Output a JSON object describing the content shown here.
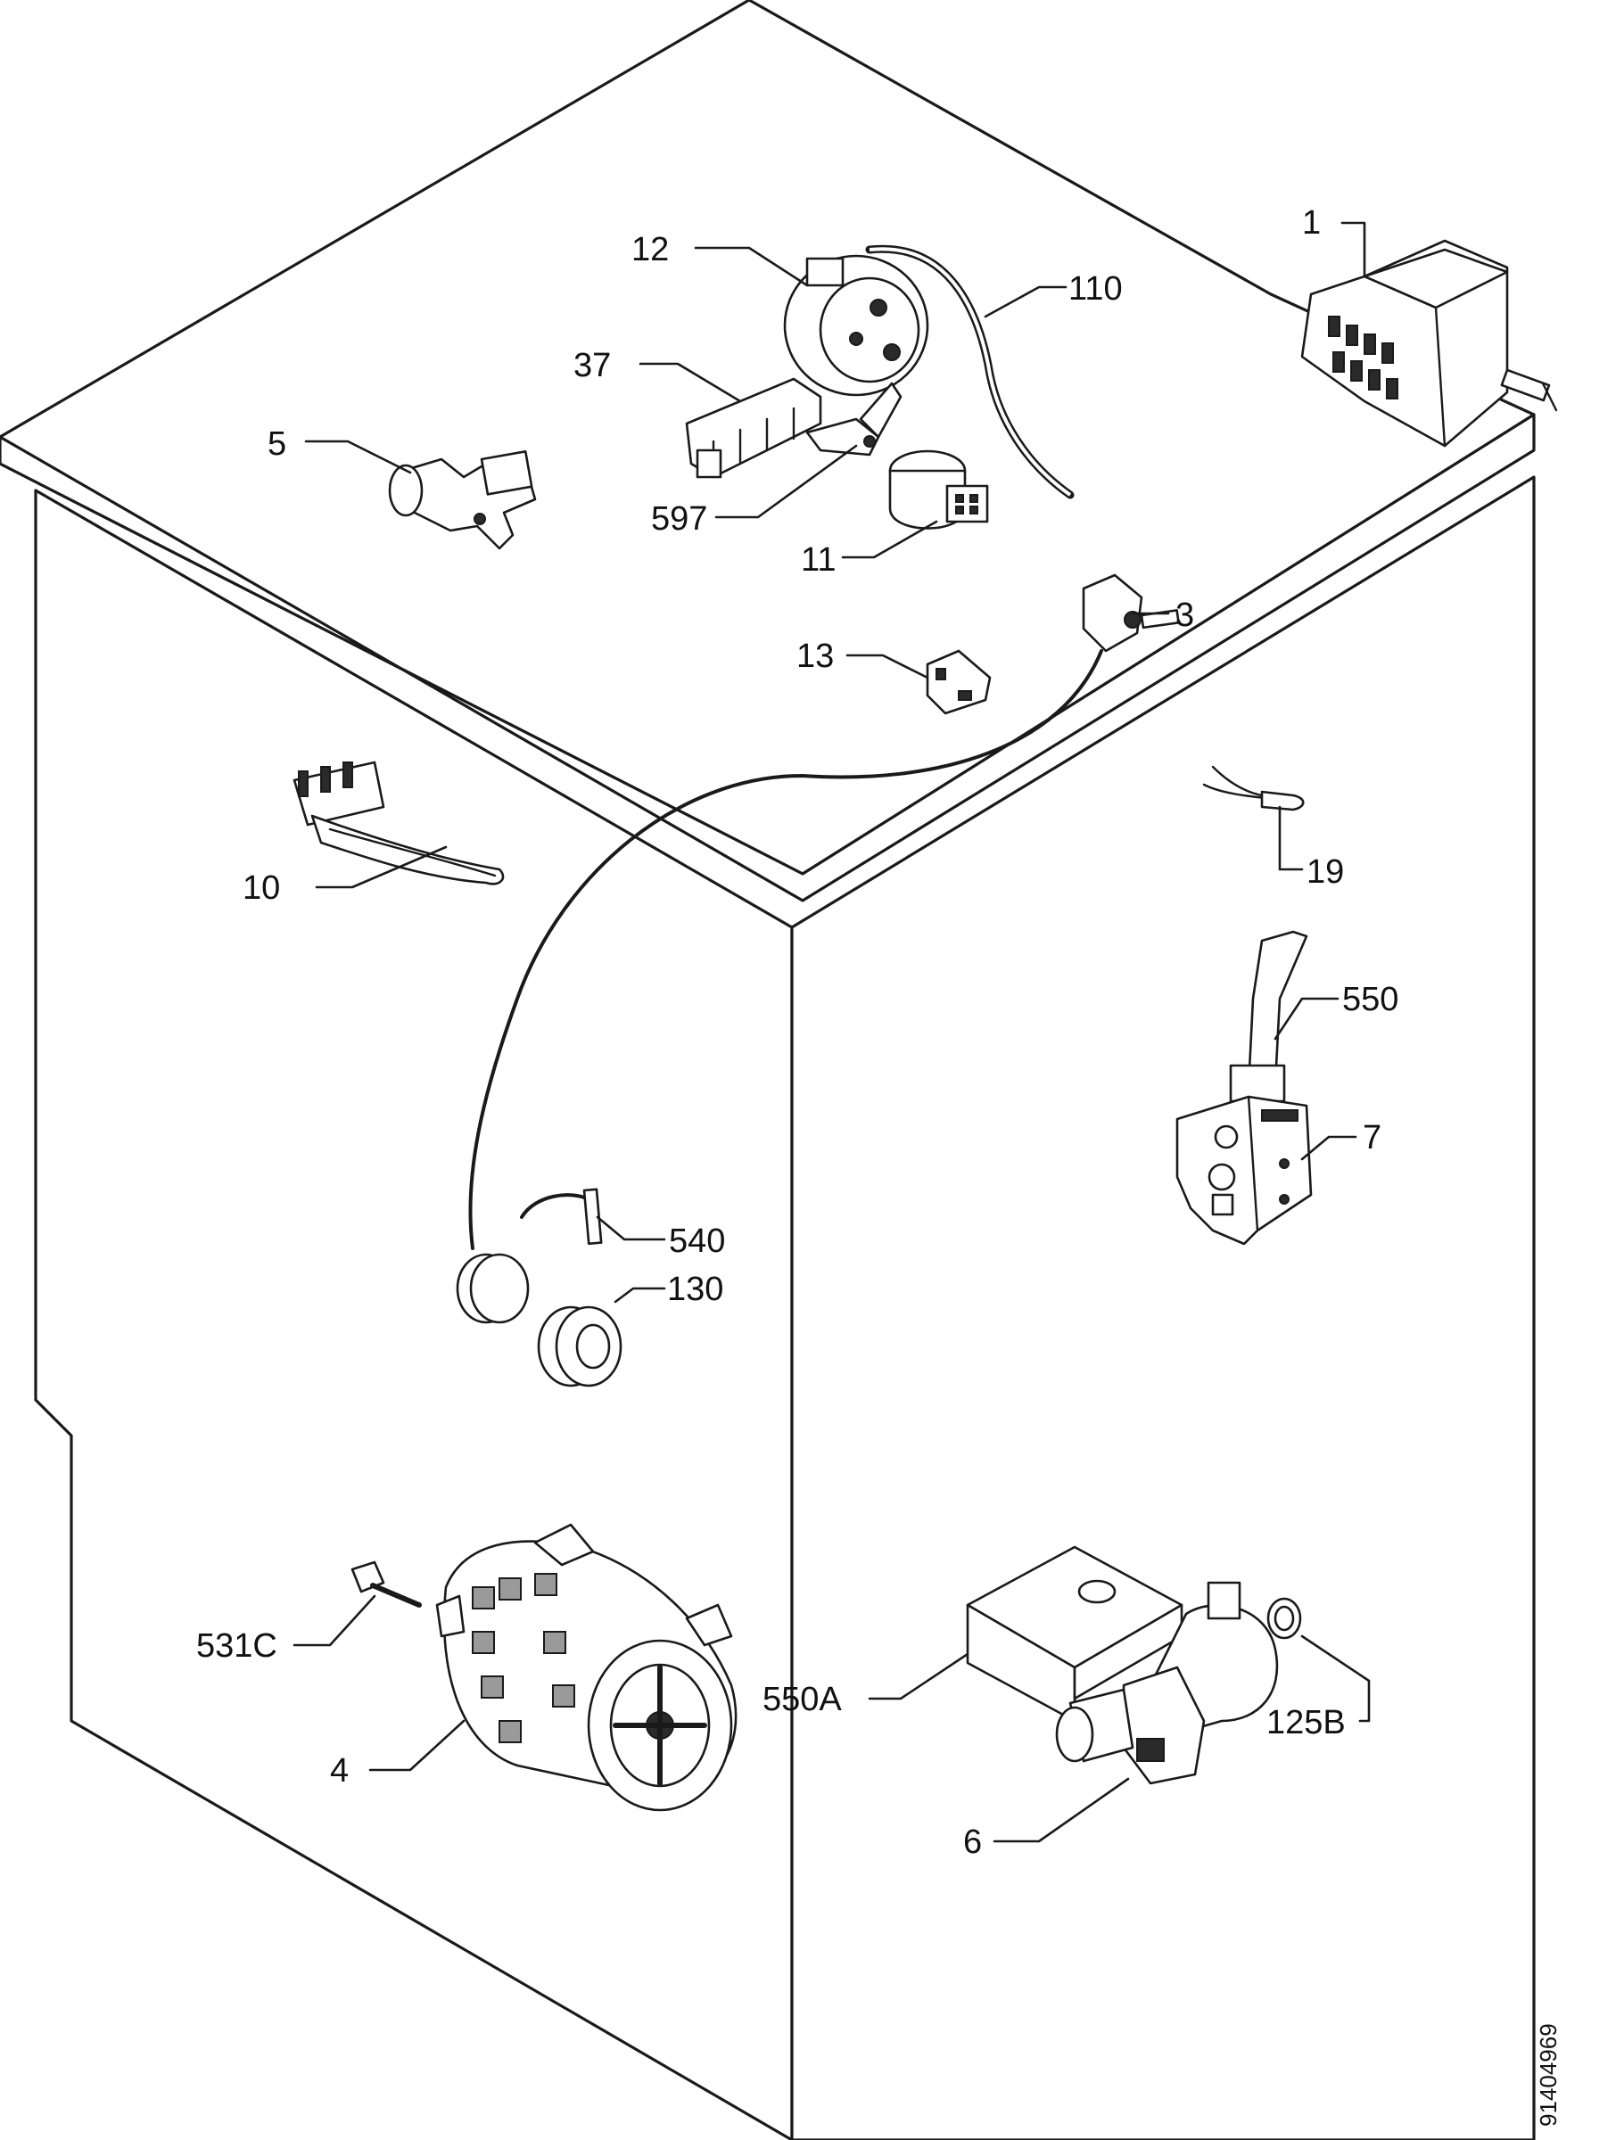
{
  "labels": {
    "p1": "1",
    "p12": "12",
    "p110": "110",
    "p37": "37",
    "p5": "5",
    "p597": "597",
    "p11": "11",
    "p3": "3",
    "p13": "13",
    "p19": "19",
    "p10": "10",
    "p550": "550",
    "p7": "7",
    "p540": "540",
    "p130": "130",
    "p531c": "531C",
    "p4": "4",
    "p550a": "550A",
    "p125b": "125B",
    "p6": "6"
  },
  "drawing_code": "91404969"
}
